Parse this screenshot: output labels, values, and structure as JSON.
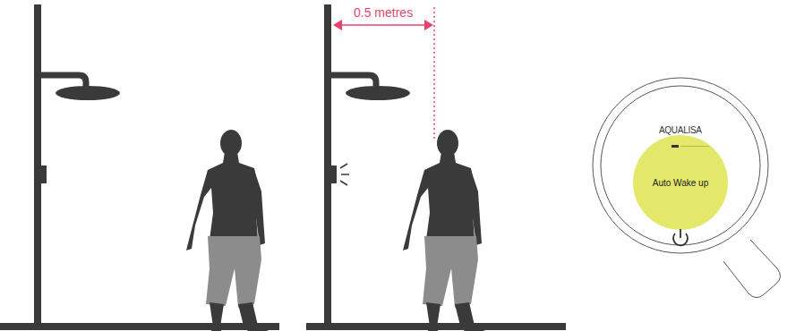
{
  "diagram": {
    "nodes": [
      {
        "text": [
          "Auto Wake up"
        ]
      }
    ],
    "labels": [
      "0.5 metres",
      "AQUALISA"
    ]
  }
}
